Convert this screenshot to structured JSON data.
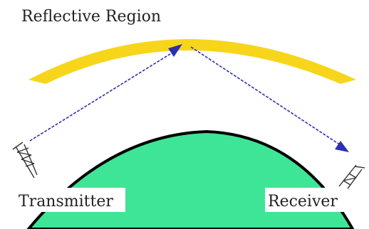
{
  "labels": {
    "reflective_region": "Reflective Region",
    "transmitter": "Transmitter",
    "receiver": "Receiver"
  },
  "colors": {
    "reflective_band": "#f7d51b",
    "earth": "#3fe596",
    "earth_outline": "#000000",
    "signal_ray": "#2b2fb0",
    "antenna": "#333333"
  }
}
